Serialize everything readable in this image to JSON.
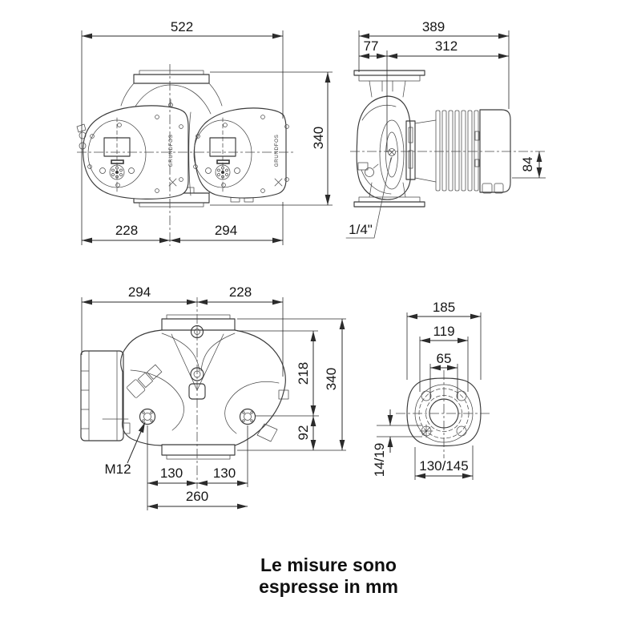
{
  "caption": {
    "line1": "Le misure sono",
    "line2": "espresse in mm"
  },
  "brand": "GRUNDFOS",
  "views": {
    "top_front": {
      "total_width": "522",
      "height": "340",
      "left_width": "228",
      "right_width": "294"
    },
    "side": {
      "total_depth": "389",
      "flange_to_axis": "77",
      "axis_to_motor_end": "312",
      "terminal_offset": "84",
      "vent_port": "1/4\""
    },
    "bottom": {
      "left_width": "294",
      "right_width": "228",
      "upper_height": "218",
      "total_height": "340",
      "lower_height": "92",
      "bolt_span_left": "130",
      "bolt_span_right": "130",
      "bolt_span_total": "260",
      "bolt_thread": "M12"
    },
    "flange": {
      "body_width": "185",
      "bolt_pitch": "119",
      "bore": "65",
      "hole_size": "14/19",
      "flange_diameter": "130/145"
    }
  }
}
